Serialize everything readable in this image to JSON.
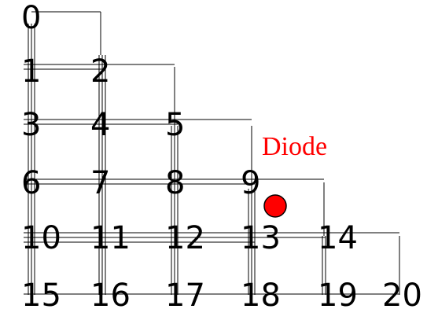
{
  "diagram": {
    "nodes": [
      "0",
      "1",
      "2",
      "3",
      "4",
      "5",
      "6",
      "7",
      "8",
      "9",
      "10",
      "11",
      "12",
      "13",
      "14",
      "15",
      "16",
      "17",
      "18",
      "19",
      "20"
    ],
    "diode": {
      "label": "Diode",
      "color": "#ff0000"
    }
  }
}
